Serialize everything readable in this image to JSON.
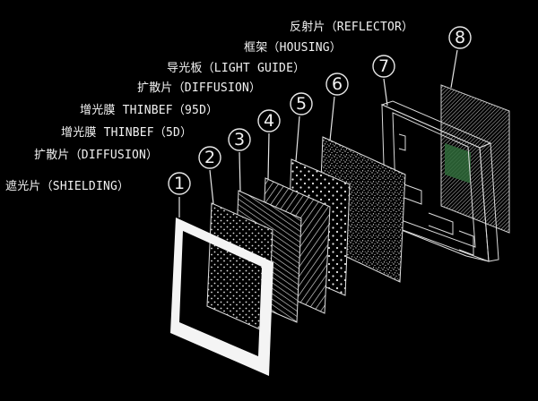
{
  "layers": [
    {
      "number": "1",
      "label": "遮光片（SHIELDING）",
      "part": "shielding-frame"
    },
    {
      "number": "2",
      "label": "扩散片（DIFFUSION）",
      "part": "diffusion-sheet-lower"
    },
    {
      "number": "3",
      "label": "增光膜 THINBEF（5D）",
      "part": "brightness-film-5d"
    },
    {
      "number": "4",
      "label": "增光膜 THINBEF（95D）",
      "part": "brightness-film-95d"
    },
    {
      "number": "5",
      "label": "扩散片（DIFFUSION）",
      "part": "diffusion-sheet-upper"
    },
    {
      "number": "6",
      "label": "导光板（LIGHT GUIDE）",
      "part": "light-guide-plate"
    },
    {
      "number": "7",
      "label": "框架（HOUSING）",
      "part": "housing-frame"
    },
    {
      "number": "8",
      "label": "反射片（REFLECTOR）",
      "part": "reflector-sheet"
    }
  ],
  "colors": {
    "background": "#000000",
    "line": "#e6e6e6",
    "reflector_accent": "#2f6b3a"
  }
}
